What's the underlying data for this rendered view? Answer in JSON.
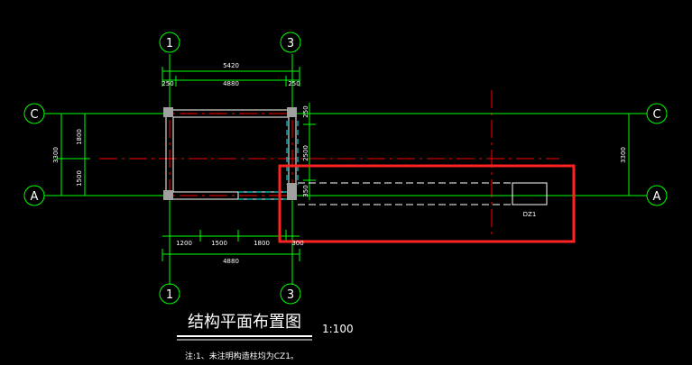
{
  "axes": {
    "top_left": "1",
    "top_right": "3",
    "bottom_left": "1",
    "bottom_right": "3",
    "left_c": "C",
    "left_a": "A",
    "right_c": "C",
    "right_a": "A"
  },
  "dims": {
    "top_overall": "5420",
    "top_inner": "4880",
    "top_left_edge": "250",
    "top_right_edge": "250",
    "left_overall": "3300",
    "left_upper": "1800",
    "left_lower": "1500",
    "right_overall": "3300",
    "bottom_seg1": "1200",
    "bottom_seg2": "1500",
    "bottom_seg3": "1800",
    "bottom_seg_end": "300",
    "bottom_overall": "4880",
    "col3_upper": "250",
    "col3_mid": "2500",
    "col3_lower": "350"
  },
  "tags": {
    "column_tag": "DZ1"
  },
  "title": "结构平面布置图",
  "scale": "1:100",
  "note": "注:1、未注明构造柱均为CZ1。",
  "colors": {
    "background": "#000000",
    "axis_line": "#ff0000",
    "dimension": "#00ff00",
    "highlight": "#ff2222",
    "beam": "#ffffff"
  }
}
